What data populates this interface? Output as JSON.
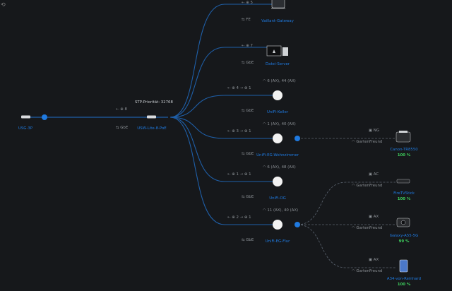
{
  "colors": {
    "accent": "#1f7ae0",
    "line": "#1f5fa8",
    "ok": "#3ecf5e",
    "text": "#8c9196",
    "background": "#16181b"
  },
  "topology": {
    "gateway": {
      "name": "USG-3P",
      "icon": "gateway-icon"
    },
    "uplink": {
      "ports": "8",
      "speed": "GbE"
    },
    "switch": {
      "name": "USW-Lite-8-PoE",
      "stp": "STP-Priorität: 32768",
      "icon": "switch-icon"
    },
    "branches": [
      {
        "name": "Vaillant-Gateway",
        "icon": "gateway-device-icon",
        "ports": "5",
        "speed": "FE",
        "clients": "",
        "up": "",
        "down": ""
      },
      {
        "name": "Datei-Server",
        "icon": "server-icon",
        "ports": "7",
        "speed": "GbE",
        "clients": "",
        "up": "",
        "down": ""
      },
      {
        "name": "UniFi-Keller",
        "icon": "access-point-icon",
        "ports": "1",
        "speed": "GbE",
        "clients": "6 (AX), 44 (AX)",
        "up": "4",
        "down": "1"
      },
      {
        "name": "UniFi-EG-Wohnzimmer",
        "icon": "access-point-icon",
        "ports": "1",
        "speed": "GbE",
        "clients": "1 (AX), 40 (AX)",
        "up": "3",
        "down": "1"
      },
      {
        "name": "UniFi-OG",
        "icon": "access-point-icon",
        "ports": "1",
        "speed": "GbE",
        "clients": "6 (AX), 48 (AX)",
        "up": "1",
        "down": "1"
      },
      {
        "name": "UniFi-EG-Flur",
        "icon": "access-point-icon",
        "ports": "1",
        "speed": "GbE",
        "clients": "11 (AX), 40 (AX)",
        "up": "2",
        "down": "1"
      }
    ],
    "wireless_clients": [
      {
        "name": "Canon-TR8550",
        "pct": "100 %",
        "ssid": "GartenFreund",
        "band": "NG",
        "icon": "printer-icon",
        "parent": 3
      },
      {
        "name": "FireTVStick",
        "pct": "100 %",
        "ssid": "GartenFreund",
        "band": "AC",
        "icon": "streaming-stick-icon",
        "parent": 5
      },
      {
        "name": "Galaxy-A55-5G",
        "pct": "99 %",
        "ssid": "GartenFreund",
        "band": "AX",
        "icon": "camera-device-icon",
        "parent": 5
      },
      {
        "name": "A34-von-Reinhard",
        "pct": "100 %",
        "ssid": "GartenFreund",
        "band": "AX",
        "icon": "phone-icon",
        "parent": 5
      }
    ]
  }
}
